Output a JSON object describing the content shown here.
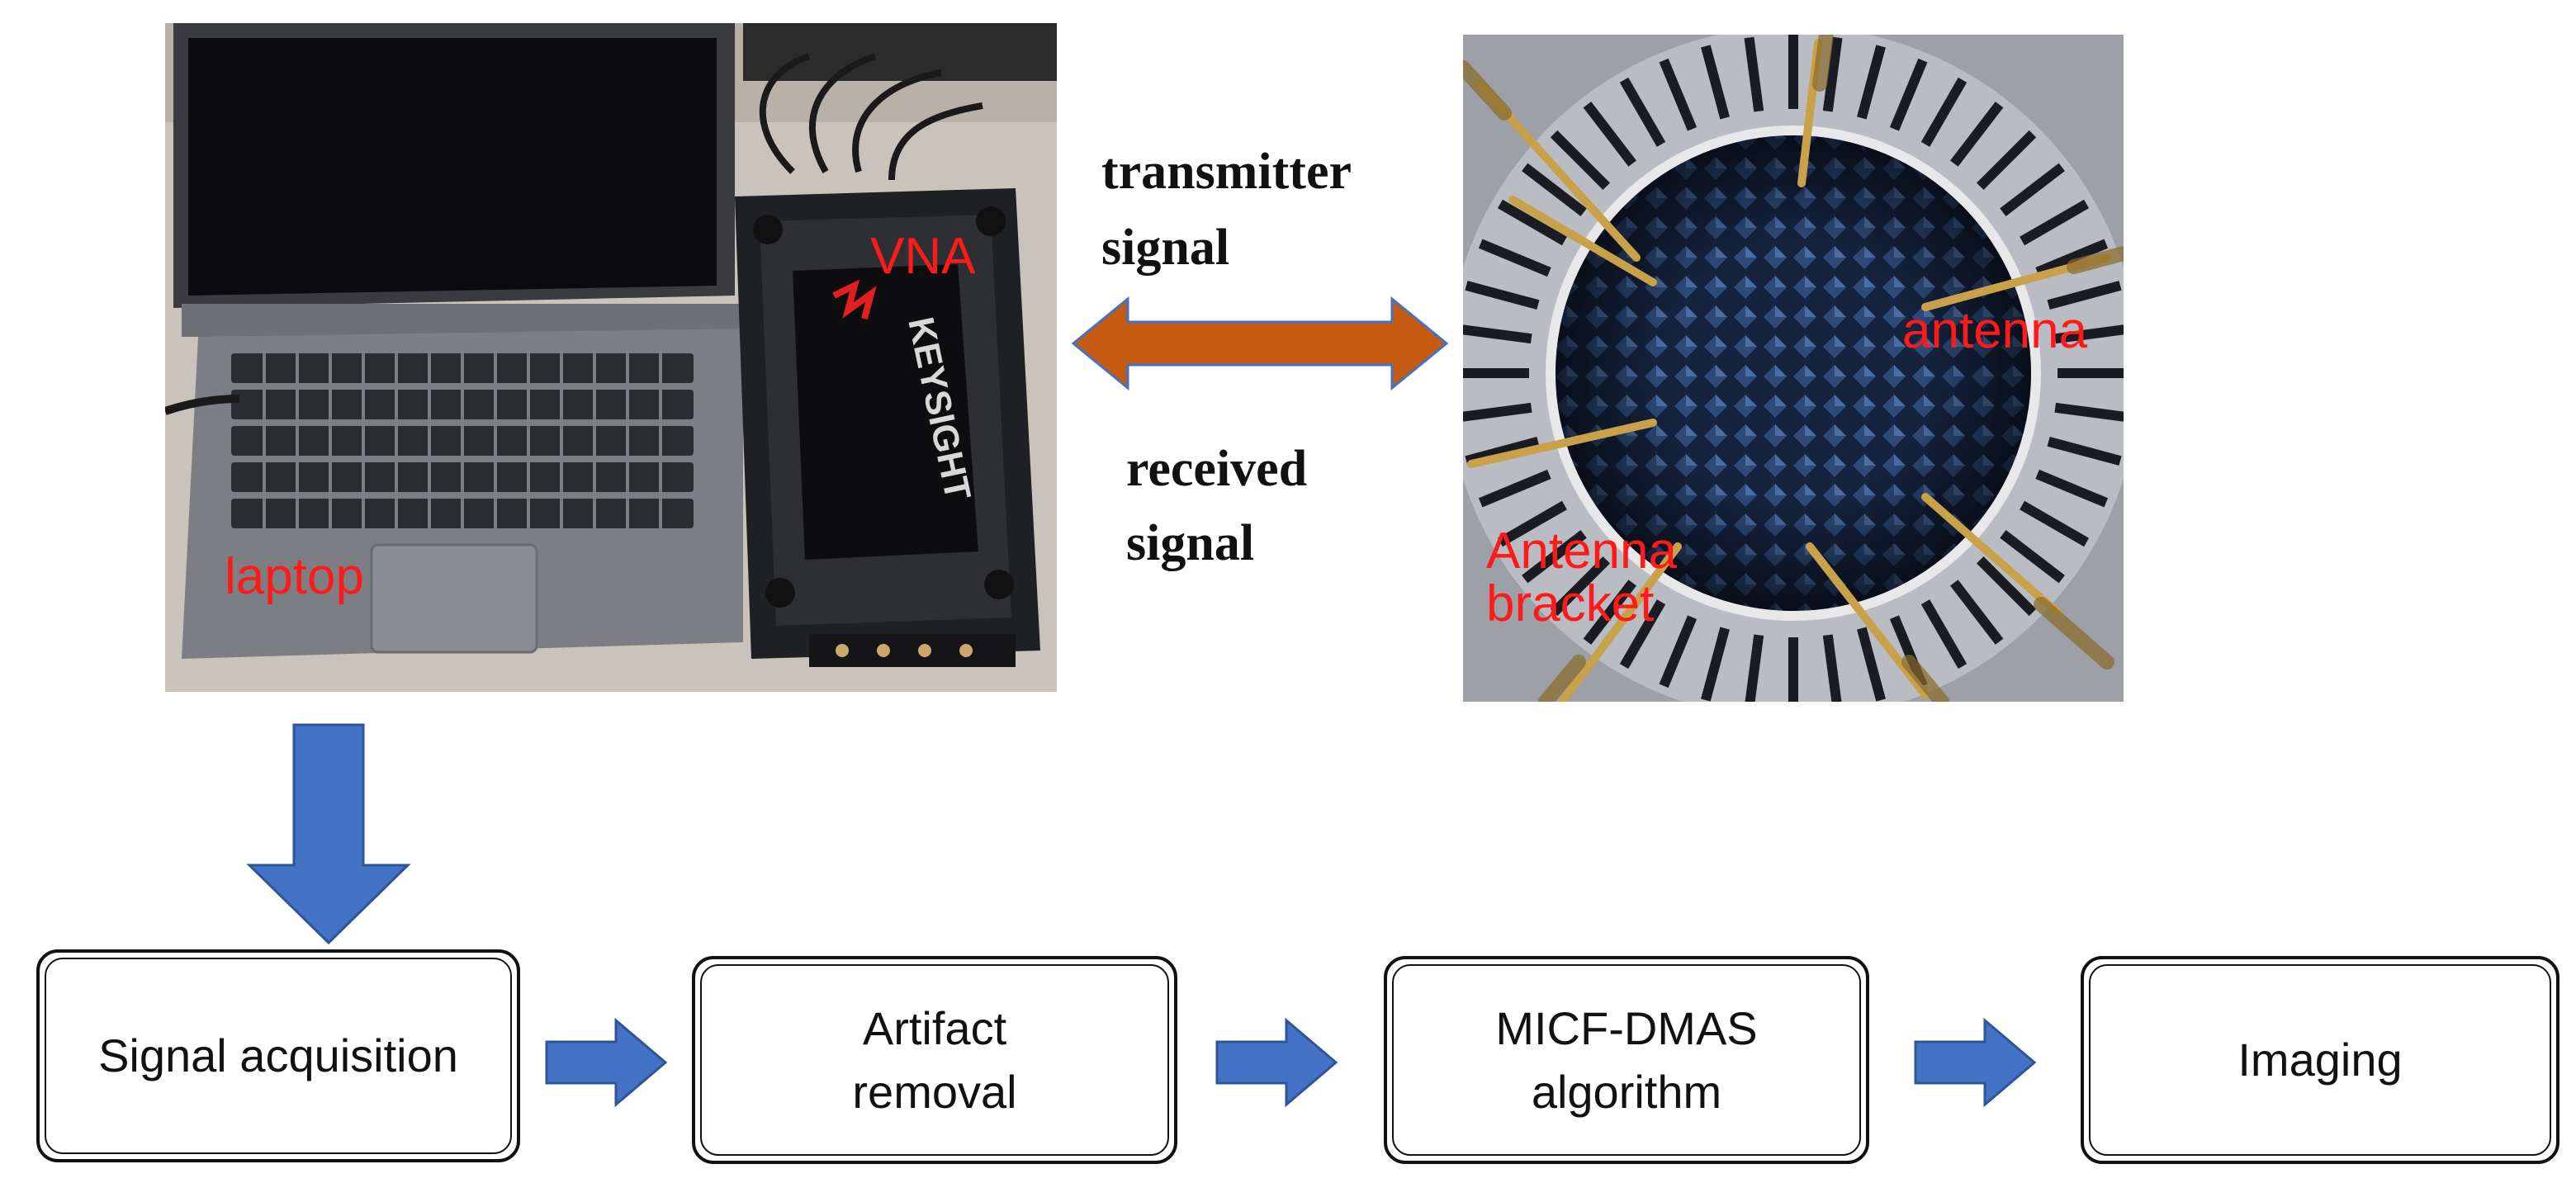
{
  "photo_labels": {
    "vna": "VNA",
    "laptop": "laptop",
    "antenna": "antenna",
    "antenna_bracket": "Antenna bracket"
  },
  "brand_text": "KEYSIGHT",
  "signal_labels": {
    "transmitter_line1": "transmitter",
    "transmitter_line2": "signal",
    "received_line1": "received",
    "received_line2": "signal"
  },
  "flow_steps": [
    {
      "label": "Signal acquisition"
    },
    {
      "label": "Artifact removal"
    },
    {
      "label": "MICF-DMAS algorithm"
    },
    {
      "label": "Imaging"
    }
  ],
  "colors": {
    "label_red": "#ff1a1a",
    "double_arrow": "#c55a11",
    "flow_arrow": "#4472c4",
    "box_border": "#111111"
  }
}
